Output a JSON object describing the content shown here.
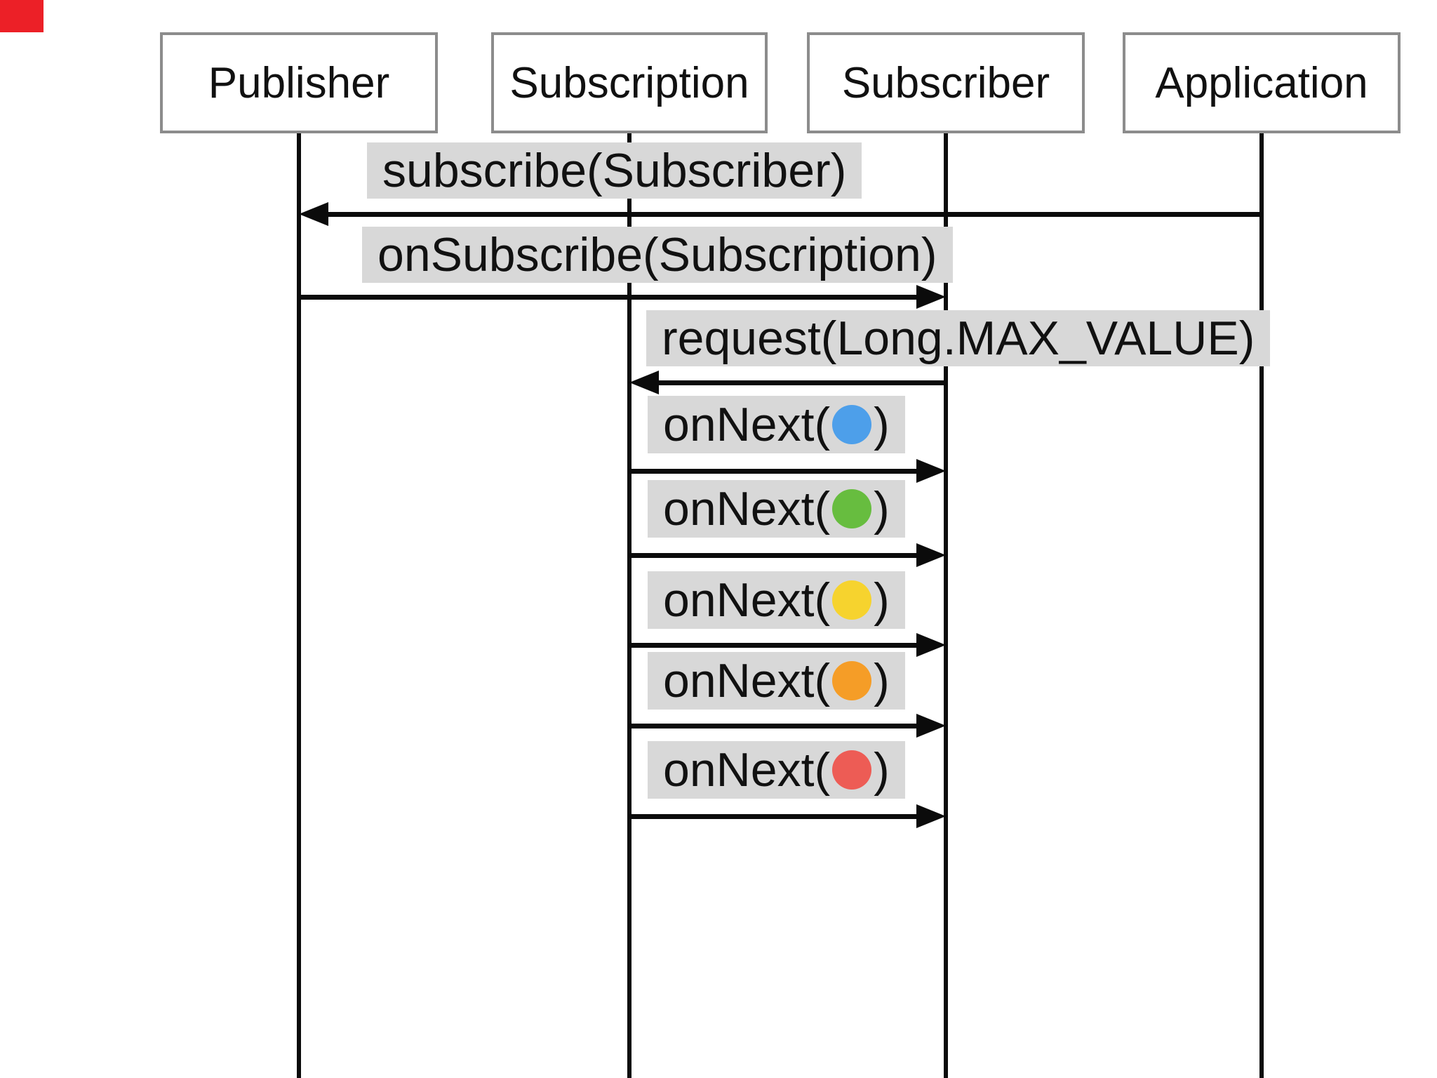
{
  "actors": [
    {
      "label": "Publisher"
    },
    {
      "label": "Subscription"
    },
    {
      "label": "Subscriber"
    },
    {
      "label": "Application"
    }
  ],
  "messages": [
    {
      "label": "subscribe(Subscriber)",
      "from": "Application",
      "to": "Publisher",
      "direction": "left"
    },
    {
      "label": "onSubscribe(Subscription)",
      "from": "Publisher",
      "to": "Subscriber",
      "direction": "right"
    },
    {
      "label": "request(Long.MAX_VALUE)",
      "from": "Subscriber",
      "to": "Subscription",
      "direction": "left"
    },
    {
      "prefix": "onNext(",
      "suffix": ")",
      "item": "blue-circle",
      "item_color": "#4D9FEA",
      "from": "Subscription",
      "to": "Subscriber",
      "direction": "right"
    },
    {
      "prefix": "onNext(",
      "suffix": ")",
      "item": "green-circle",
      "item_color": "#67BD3F",
      "from": "Subscription",
      "to": "Subscriber",
      "direction": "right"
    },
    {
      "prefix": "onNext(",
      "suffix": ")",
      "item": "yellow-circle",
      "item_color": "#F6D32E",
      "from": "Subscription",
      "to": "Subscriber",
      "direction": "right"
    },
    {
      "prefix": "onNext(",
      "suffix": ")",
      "item": "orange-circle",
      "item_color": "#F59D27",
      "from": "Subscription",
      "to": "Subscriber",
      "direction": "right"
    },
    {
      "prefix": "onNext(",
      "suffix": ")",
      "item": "red-circle",
      "item_color": "#ED5C55",
      "from": "Subscription",
      "to": "Subscriber",
      "direction": "right"
    }
  ],
  "colors": {
    "message_label_bg": "#D8D8D8",
    "actor_border": "#8C8C8C",
    "line": "#0B0B0B",
    "corner_marker": "#EC2027"
  }
}
